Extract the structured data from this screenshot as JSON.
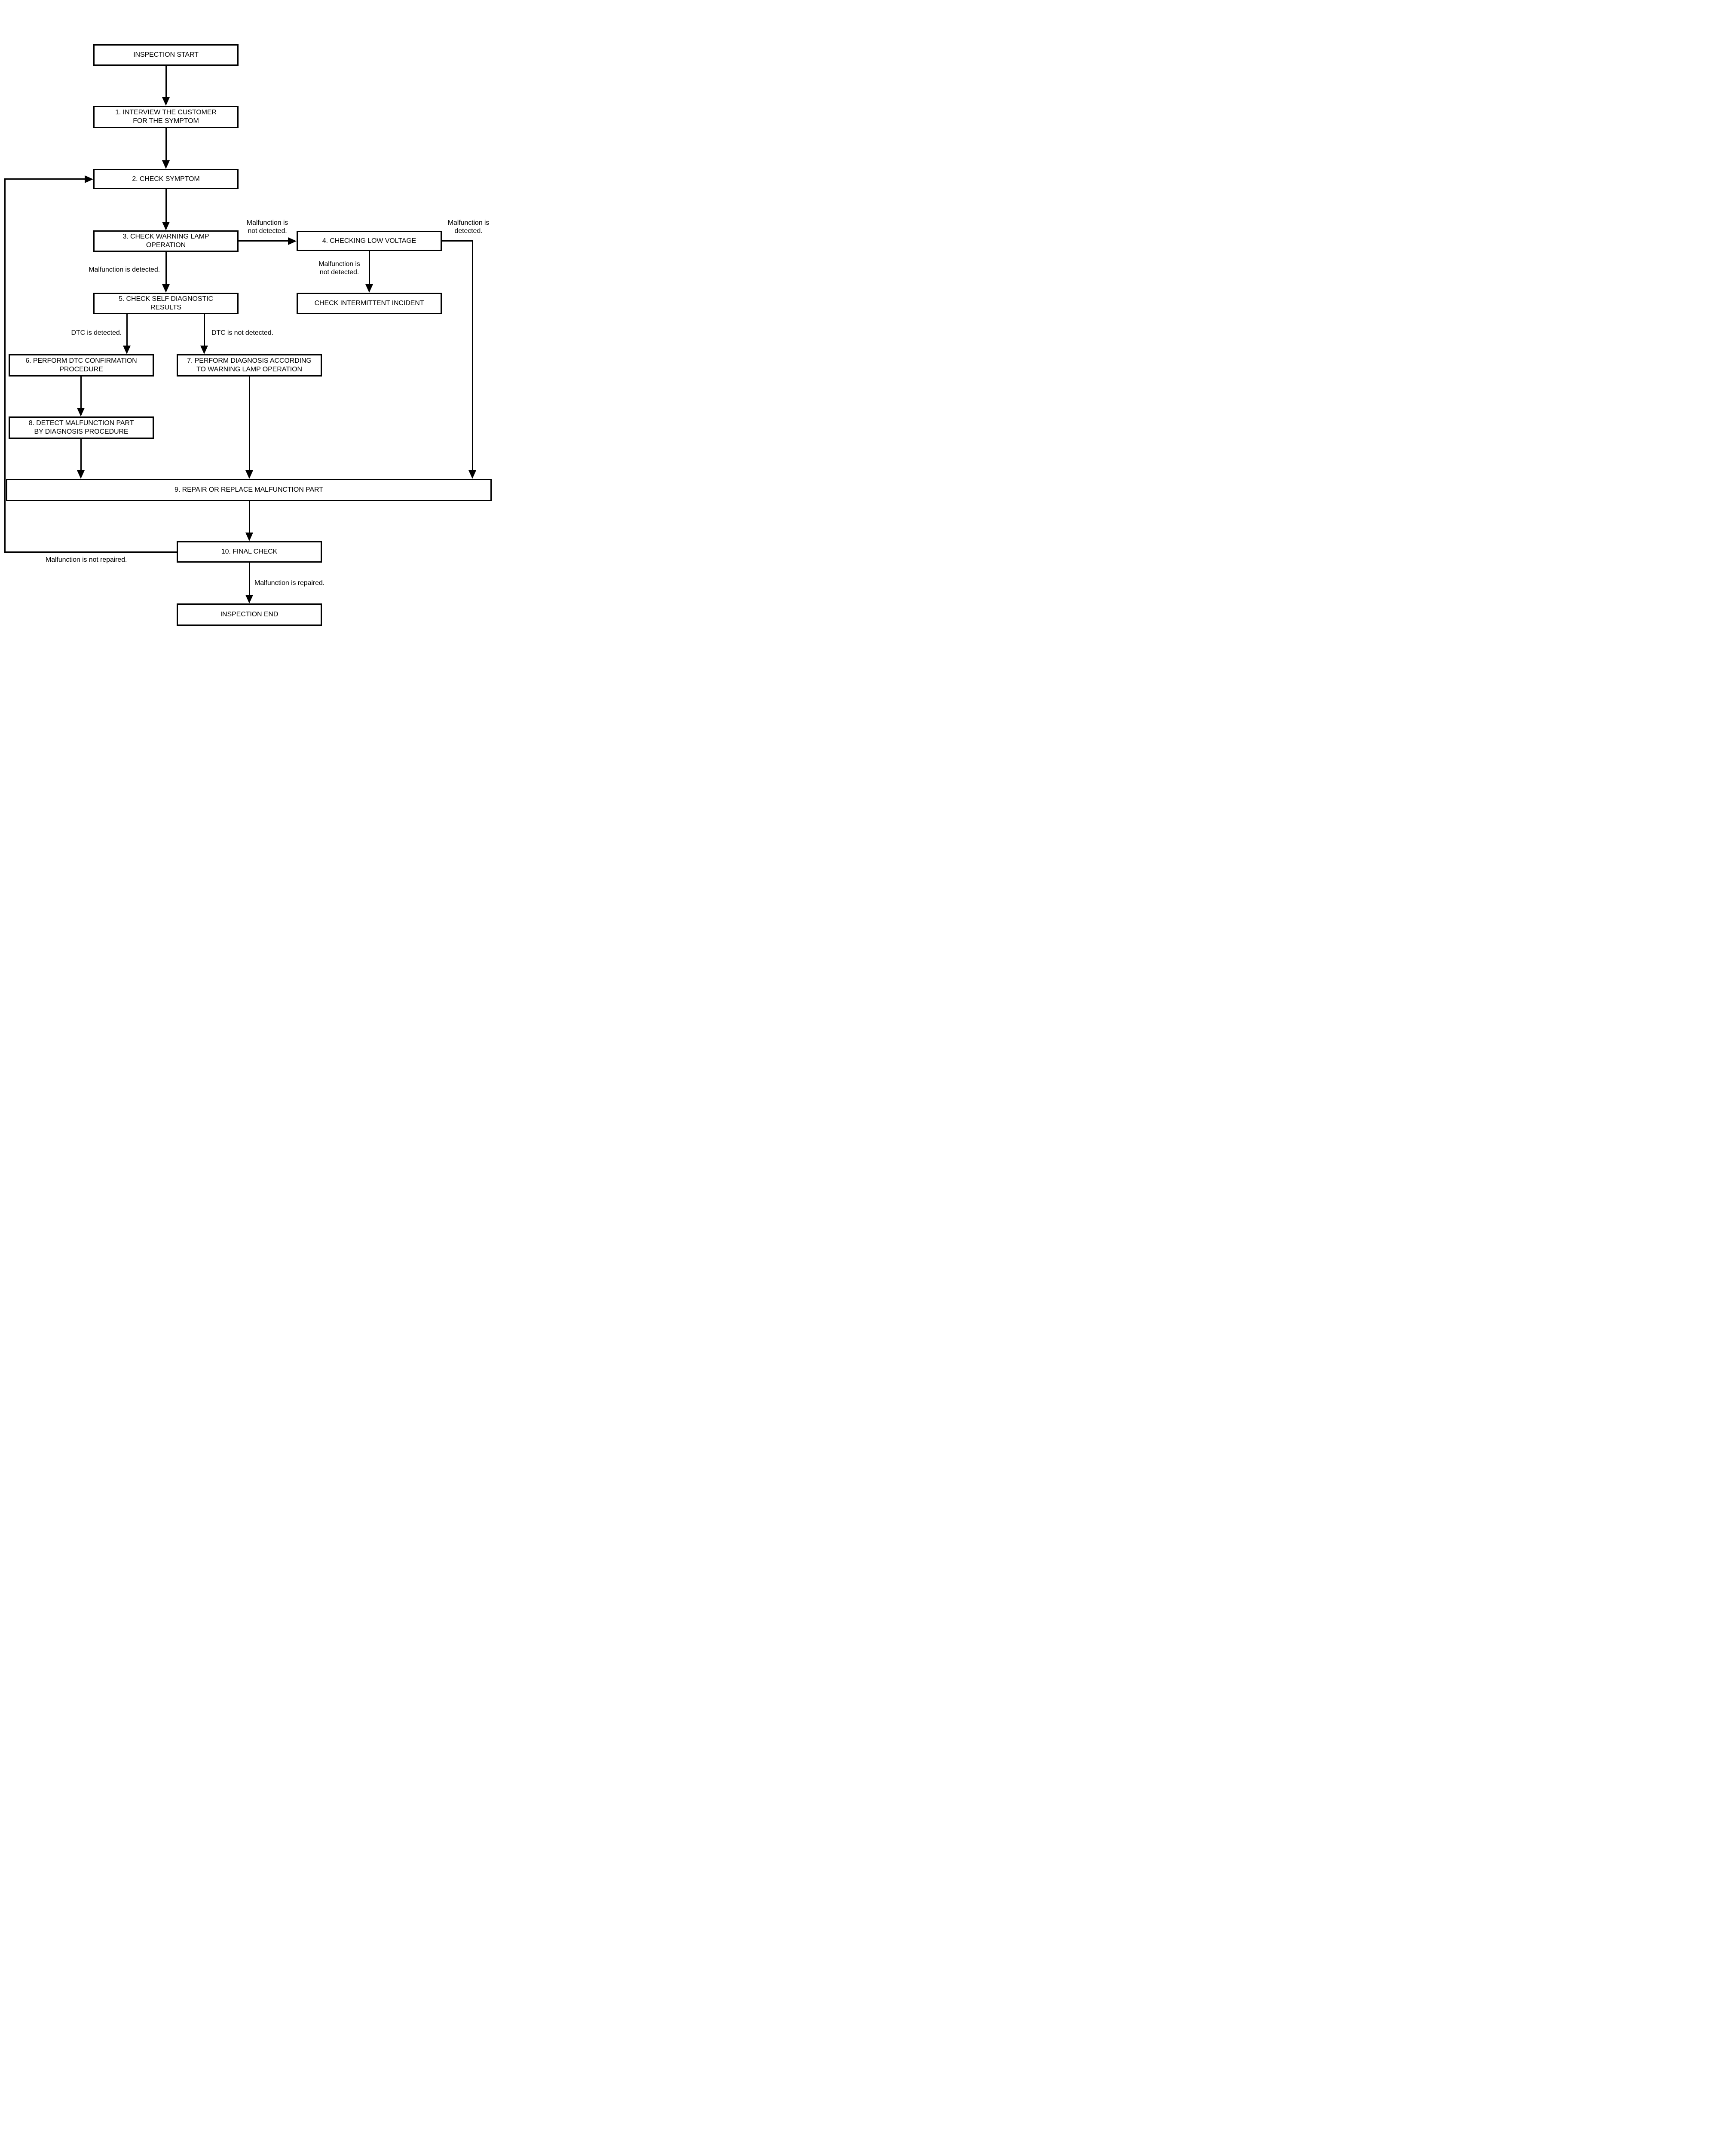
{
  "diagram": {
    "nodes": {
      "start": "INSPECTION START",
      "step1": "1. INTERVIEW THE CUSTOMER\nFOR THE SYMPTOM",
      "step2": "2. CHECK SYMPTOM",
      "step3": "3. CHECK WARNING LAMP\nOPERATION",
      "step4": "4. CHECKING LOW VOLTAGE",
      "step5": "5. CHECK SELF DIAGNOSTIC\nRESULTS",
      "check_intermittent": "CHECK INTERMITTENT INCIDENT",
      "step6": "6. PERFORM DTC CONFIRMATION\nPROCEDURE",
      "step7": "7. PERFORM DIAGNOSIS ACCORDING\nTO WARNING LAMP OPERATION",
      "step8": "8. DETECT MALFUNCTION PART\nBY DIAGNOSIS PROCEDURE",
      "step9": "9. REPAIR OR REPLACE MALFUNCTION PART",
      "step10": "10. FINAL CHECK",
      "end": "INSPECTION END"
    },
    "edge_labels": {
      "malf_not_detected_3_to_4": "Malfunction is\nnot detected.",
      "malf_detected_4_to_9": "Malfunction is\ndetected.",
      "malf_detected_3_to_5": "Malfunction is detected.",
      "malf_not_detected_4_to_check": "Malfunction is\nnot detected.",
      "dtc_detected": "DTC is detected.",
      "dtc_not_detected": "DTC is not detected.",
      "malf_not_repaired": "Malfunction is not repaired.",
      "malf_repaired": "Malfunction is repaired."
    },
    "colors": {
      "line": "#000000",
      "background": "#ffffff"
    }
  }
}
